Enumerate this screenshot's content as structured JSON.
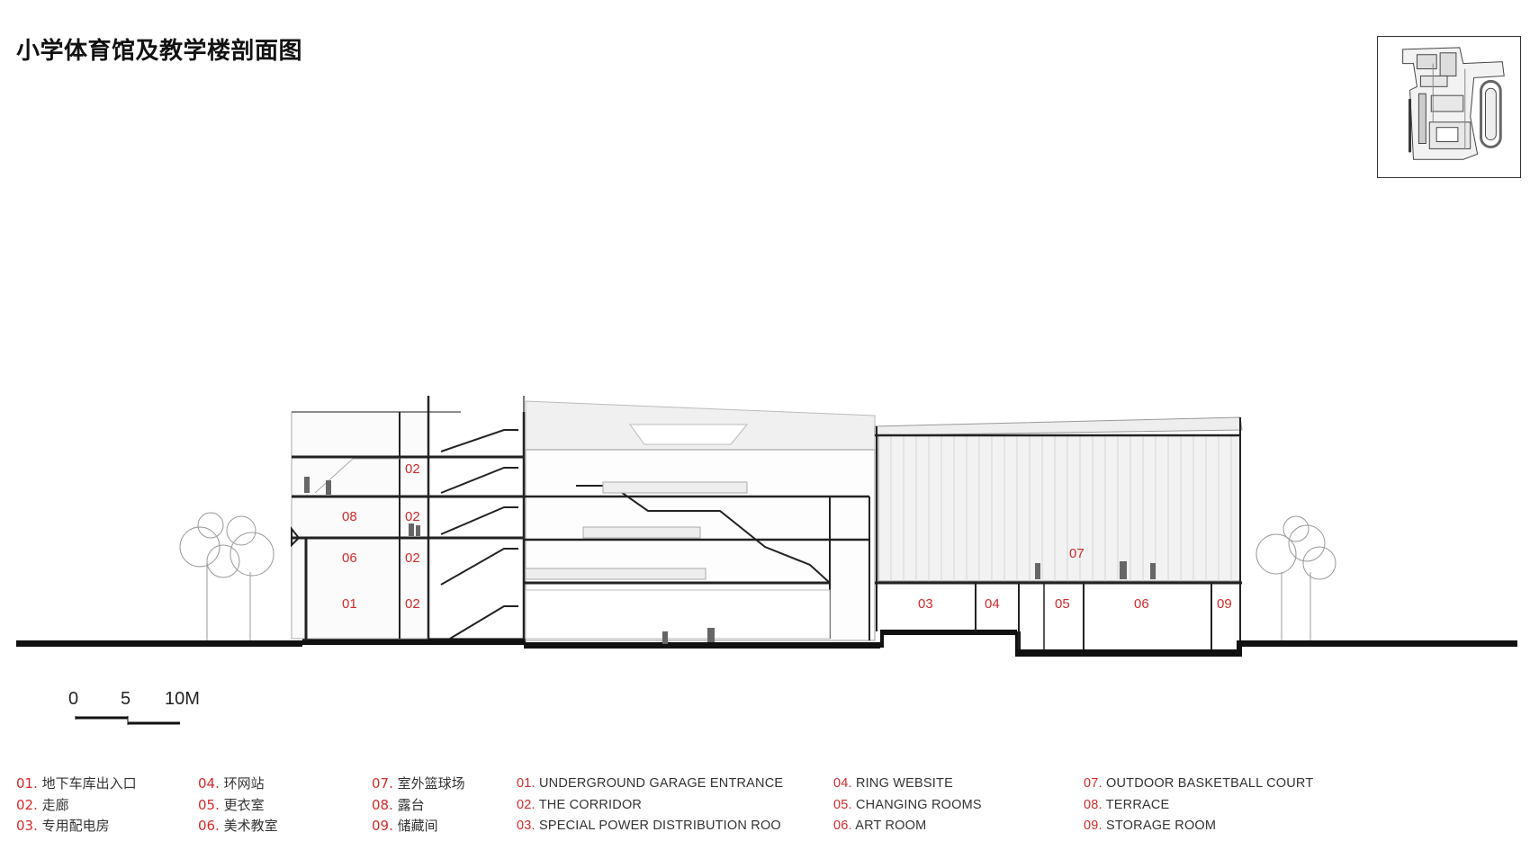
{
  "title": "小学体育馆及教学楼剖面图",
  "scale": {
    "labels": [
      "0",
      "5",
      "10M"
    ]
  },
  "room_labels": [
    "02",
    "08",
    "02",
    "06",
    "02",
    "01",
    "02",
    "07",
    "03",
    "04",
    "05",
    "06",
    "09"
  ],
  "legend_cn": [
    [
      {
        "num": "01.",
        "text": "地下车库出入口"
      },
      {
        "num": "02.",
        "text": "走廊"
      },
      {
        "num": "03.",
        "text": "专用配电房"
      }
    ],
    [
      {
        "num": "04.",
        "text": "环网站"
      },
      {
        "num": "05.",
        "text": "更衣室"
      },
      {
        "num": "06.",
        "text": "美术教室"
      }
    ],
    [
      {
        "num": "07.",
        "text": "室外篮球场"
      },
      {
        "num": "08.",
        "text": "露台"
      },
      {
        "num": "09.",
        "text": "储藏间"
      }
    ]
  ],
  "legend_en": [
    [
      {
        "num": "01.",
        "text": "UNDERGROUND GARAGE ENTRANCE"
      },
      {
        "num": "02.",
        "text": "THE CORRIDOR"
      },
      {
        "num": "03.",
        "text": "SPECIAL POWER DISTRIBUTION ROO"
      }
    ],
    [
      {
        "num": "04.",
        "text": "RING WEBSITE"
      },
      {
        "num": "05.",
        "text": "CHANGING ROOMS"
      },
      {
        "num": "06.",
        "text": "ART ROOM"
      }
    ],
    [
      {
        "num": "07.",
        "text": "OUTDOOR BASKETBALL COURT"
      },
      {
        "num": "08.",
        "text": "TERRACE"
      },
      {
        "num": "09.",
        "text": "STORAGE ROOM"
      }
    ]
  ],
  "colors": {
    "accent": "#d12a2a",
    "line": "#222222",
    "fill": "#f4f4f4"
  }
}
